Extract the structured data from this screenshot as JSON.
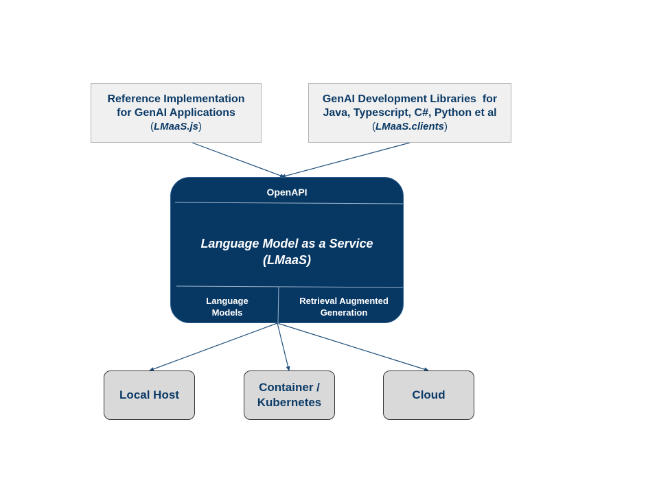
{
  "top_boxes": {
    "reference": {
      "line1": "Reference Implementation",
      "line2": "for GenAI Applications",
      "sub_open": "(",
      "sub_name": "LMaaS.js",
      "sub_close": ")"
    },
    "libraries": {
      "line1": "GenAI Development Libraries  for",
      "line2": "Java, Typescript, C#, Python et al",
      "sub_open": "(",
      "sub_name": "LMaaS.clients",
      "sub_close": ")"
    }
  },
  "service": {
    "api_label": "OpenAPI",
    "title_line1": "Language Model as a Service",
    "title_line2": "(LMaaS)",
    "left_cell_line1": "Language",
    "left_cell_line2": "Models",
    "right_cell_line1": "Retrieval Augmented",
    "right_cell_line2": "Generation"
  },
  "targets": {
    "local": "Local Host",
    "container_line1": "Container /",
    "container_line2": "Kubernetes",
    "cloud": "Cloud"
  },
  "colors": {
    "service_fill": "#073763",
    "label_text": "#0b3a66",
    "arrow": "#1f4e7a",
    "top_box_fill": "#f0f0f0",
    "bottom_box_fill": "#d9d9d9"
  }
}
